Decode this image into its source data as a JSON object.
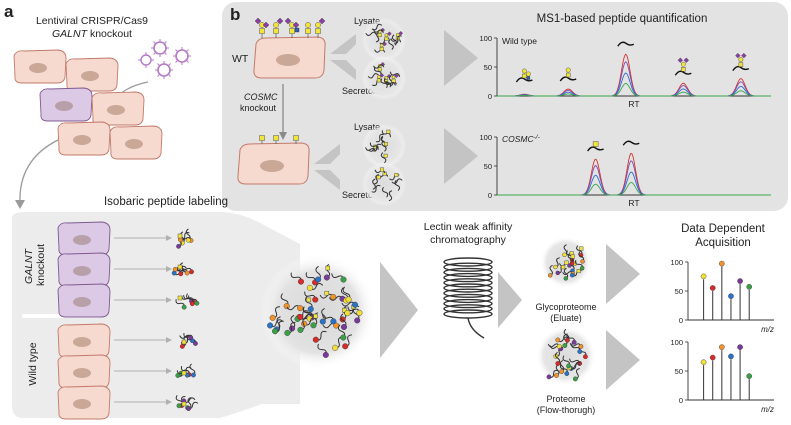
{
  "colors": {
    "panel_b_bg": "#e3e3e3",
    "panel_a_bg": "#ececec",
    "wt_cell": "#f6d9cf",
    "ko_cell": "#dcc9e6",
    "nucleus": "#c9a898",
    "arrow_grey": "#c4c4c4",
    "glycan_yellow": "#f3e43a",
    "glycan_purple": "#8a3ea0",
    "glycan_blue": "#2f5fb0",
    "virus": "#b57ac6",
    "tag_red": "#d92a2a",
    "tag_orange": "#f0932a",
    "tag_blue": "#2b73c8",
    "tag_green": "#3aa045",
    "tag_purple": "#7a3a9a",
    "tag_yellow": "#f1de3a",
    "trace_red": "#d83333",
    "trace_purple": "#7a4fb0",
    "trace_blue": "#2a6fcf",
    "trace_green": "#3aa74a"
  },
  "panel_a": {
    "letter": "a",
    "title_line1": "Lentiviral CRISPR/Cas9",
    "title_line2_italic": "GALNT",
    "title_line2_rest": " knockout",
    "isobaric_title": "Isobaric peptide labeling",
    "galnt_label_italic": "GALNT",
    "galnt_label_rest": "knockout",
    "wildtype_label": "Wild type",
    "lectin_line1": "Lectin weak affinity",
    "lectin_line2": "chromatography",
    "glycoproteome_line1": "Glycoproteome",
    "glycoproteome_line2": "(Eluate)",
    "proteome_line1": "Proteome",
    "proteome_line2": "(Flow-thorugh)",
    "dda_line1": "Data Dependent",
    "dda_line2": "Acquisition",
    "spectrum_top": {
      "y_ticks": [
        "100",
        "50",
        "0"
      ],
      "x_label": "m/z",
      "peaks": [
        {
          "x": 0.1,
          "h": 0.7,
          "tag": "yellow"
        },
        {
          "x": 0.22,
          "h": 0.5,
          "tag": "red"
        },
        {
          "x": 0.34,
          "h": 0.92,
          "tag": "orange"
        },
        {
          "x": 0.46,
          "h": 0.36,
          "tag": "blue"
        },
        {
          "x": 0.58,
          "h": 0.62,
          "tag": "purple"
        },
        {
          "x": 0.7,
          "h": 0.52,
          "tag": "green"
        }
      ]
    },
    "spectrum_bottom": {
      "y_ticks": [
        "100",
        "50",
        "0"
      ],
      "x_label": "m/z",
      "peaks": [
        {
          "x": 0.1,
          "h": 0.6,
          "tag": "yellow"
        },
        {
          "x": 0.22,
          "h": 0.68,
          "tag": "red"
        },
        {
          "x": 0.34,
          "h": 0.86,
          "tag": "orange"
        },
        {
          "x": 0.46,
          "h": 0.7,
          "tag": "blue"
        },
        {
          "x": 0.58,
          "h": 0.86,
          "tag": "purple"
        },
        {
          "x": 0.7,
          "h": 0.36,
          "tag": "green"
        }
      ]
    }
  },
  "panel_b": {
    "letter": "b",
    "wt_label": "WT",
    "cosmc_italic": "COSMC",
    "cosmc_rest": "knockout",
    "lysate": "Lysate",
    "secretome": "Secretome",
    "lysate2": "Lysate",
    "secretome2": "Secretome",
    "ms1_title": "MS1-based peptide quantification",
    "chrom_top": {
      "label": "Wild type",
      "y_ticks": [
        "100",
        "50",
        "0"
      ],
      "x_label": "RT",
      "peaks": [
        {
          "pos": 0.1,
          "h": 0.03
        },
        {
          "pos": 0.26,
          "h": 0.12
        },
        {
          "pos": 0.47,
          "h": 0.72
        },
        {
          "pos": 0.68,
          "h": 0.22
        },
        {
          "pos": 0.89,
          "h": 0.3
        }
      ]
    },
    "chrom_bottom": {
      "label_italic": "COSMC",
      "label_sup": "-/-",
      "y_ticks": [
        "100",
        "50",
        "0"
      ],
      "x_label": "RT",
      "peaks": [
        {
          "pos": 0.36,
          "h": 0.62
        },
        {
          "pos": 0.49,
          "h": 0.72
        }
      ]
    }
  }
}
